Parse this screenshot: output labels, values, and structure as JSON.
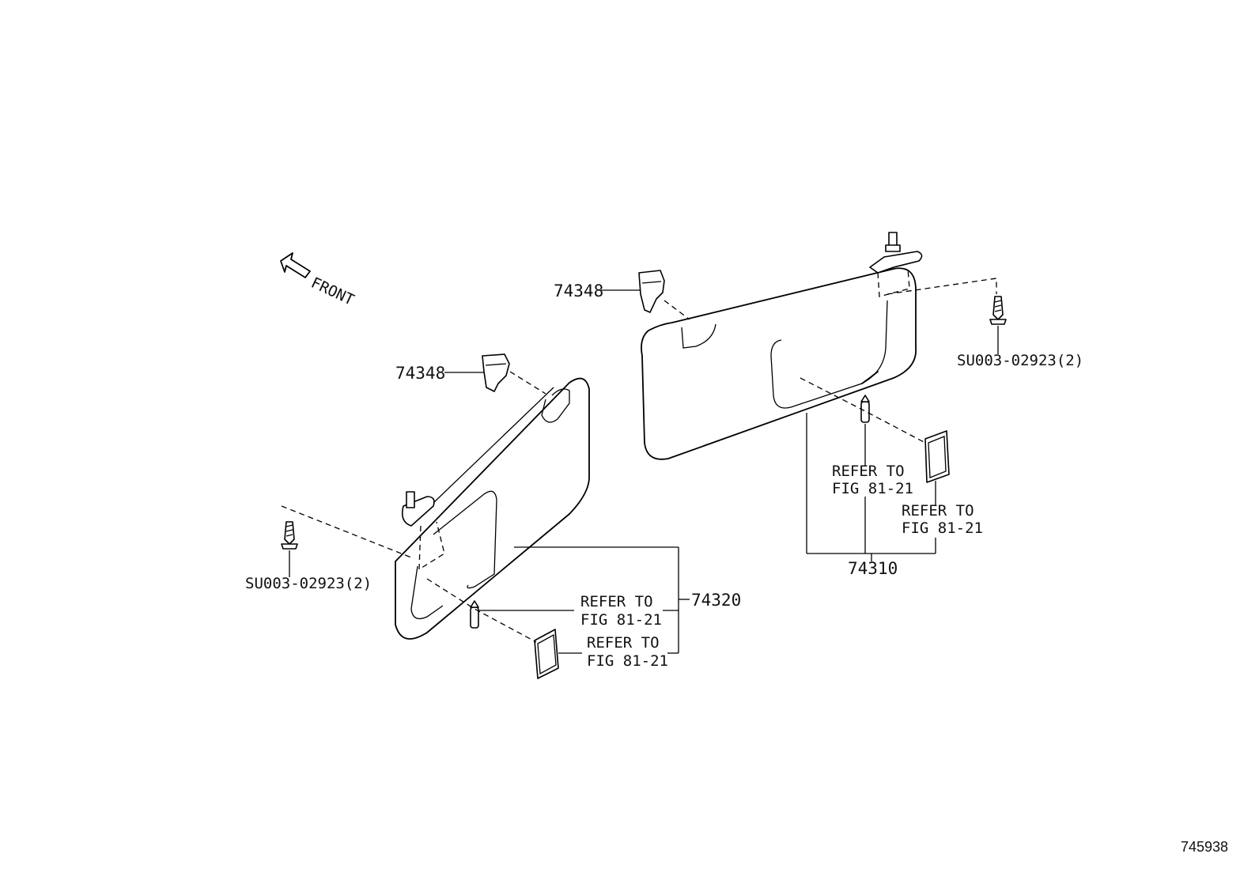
{
  "labels": {
    "front": "FRONT",
    "clip_left": "74348",
    "clip_right": "74348",
    "screw_left": "SU003-02923(2)",
    "screw_right": "SU003-02923(2)",
    "visor_left": "74320",
    "visor_right": "74310",
    "refer_to": "REFER TO",
    "fig": "FIG 81-21",
    "diagram_id": "745938"
  },
  "colors": {
    "ink": "#000000",
    "background": "#ffffff"
  }
}
